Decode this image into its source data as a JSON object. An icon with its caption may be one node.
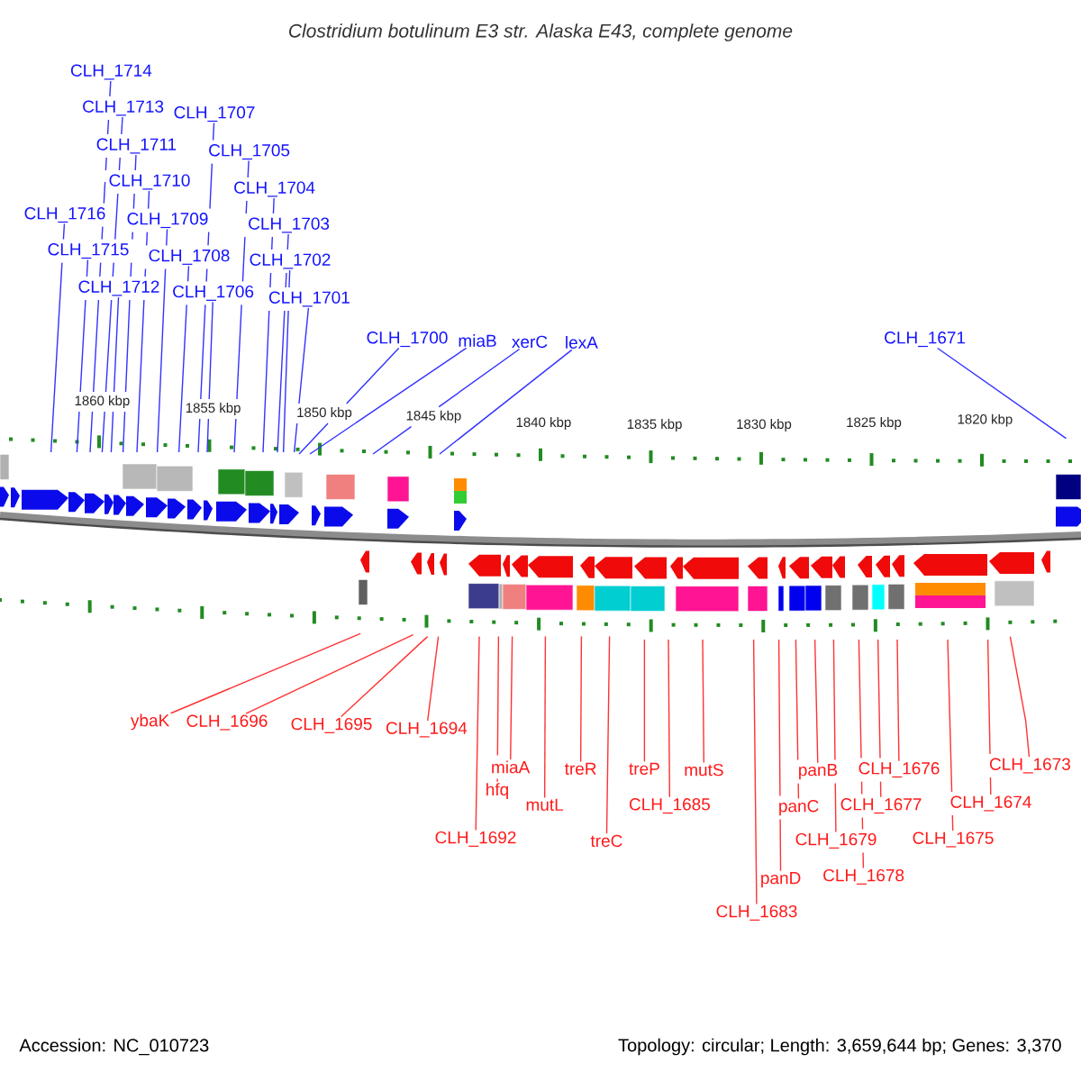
{
  "diagram": {
    "title": "Clostridium botulinum E3 str. Alaska E43, complete genome",
    "nodes": [
      {
        "text": [
          "CLH_1714"
        ]
      },
      {
        "text": [
          "CLH_1713"
        ]
      },
      {
        "text": [
          "CLH_1707"
        ]
      },
      {
        "text": [
          "CLH_1711"
        ]
      },
      {
        "text": [
          "CLH_1705"
        ]
      },
      {
        "text": [
          "CLH_1710"
        ]
      },
      {
        "text": [
          "CLH_1704"
        ]
      },
      {
        "text": [
          "CLH_1716"
        ]
      },
      {
        "text": [
          "CLH_1709"
        ]
      },
      {
        "text": [
          "CLH_1703"
        ]
      },
      {
        "text": [
          "CLH_1715"
        ]
      },
      {
        "text": [
          "CLH_1708"
        ]
      },
      {
        "text": [
          "CLH_1702"
        ]
      },
      {
        "text": [
          "CLH_1712"
        ]
      },
      {
        "text": [
          "CLH_1706"
        ]
      },
      {
        "text": [
          "CLH_1701"
        ]
      },
      {
        "text": [
          "CLH_1700"
        ]
      },
      {
        "text": [
          "miaB"
        ]
      },
      {
        "text": [
          "xerC"
        ]
      },
      {
        "text": [
          "lexA"
        ]
      },
      {
        "text": [
          "CLH_1671"
        ]
      },
      {
        "text": [
          "ybaK"
        ]
      },
      {
        "text": [
          "CLH_1696"
        ]
      },
      {
        "text": [
          "CLH_1695"
        ]
      },
      {
        "text": [
          "CLH_1694"
        ]
      },
      {
        "text": [
          "miaA"
        ]
      },
      {
        "text": [
          "treR"
        ]
      },
      {
        "text": [
          "treP"
        ]
      },
      {
        "text": [
          "mutS"
        ]
      },
      {
        "text": [
          "panB"
        ]
      },
      {
        "text": [
          "CLH_1676"
        ]
      },
      {
        "text": [
          "CLH_1673"
        ]
      },
      {
        "text": [
          "hfq"
        ]
      },
      {
        "text": [
          "mutL"
        ]
      },
      {
        "text": [
          "CLH_1685"
        ]
      },
      {
        "text": [
          "panC"
        ]
      },
      {
        "text": [
          "CLH_1677"
        ]
      },
      {
        "text": [
          "CLH_1674"
        ]
      },
      {
        "text": [
          "CLH_1692"
        ]
      },
      {
        "text": [
          "treC"
        ]
      },
      {
        "text": [
          "CLH_1679"
        ]
      },
      {
        "text": [
          "CLH_1675"
        ]
      },
      {
        "text": [
          "panD"
        ]
      },
      {
        "text": [
          "CLH_1678"
        ]
      },
      {
        "text": [
          "CLH_1683"
        ]
      }
    ],
    "edges": [
      {
        "from": 0,
        "to": null,
        "arrow": "none",
        "color": "#3333ff"
      },
      {
        "from": 1,
        "to": null,
        "arrow": "none",
        "color": "#3333ff"
      },
      {
        "from": 2,
        "to": null,
        "arrow": "none",
        "color": "#3333ff"
      },
      {
        "from": 3,
        "to": null,
        "arrow": "none",
        "color": "#3333ff"
      },
      {
        "from": 4,
        "to": null,
        "arrow": "none",
        "color": "#3333ff"
      },
      {
        "from": 5,
        "to": null,
        "arrow": "none",
        "color": "#3333ff"
      },
      {
        "from": 6,
        "to": null,
        "arrow": "none",
        "color": "#3333ff"
      },
      {
        "from": 7,
        "to": null,
        "arrow": "none",
        "color": "#3333ff"
      },
      {
        "from": 8,
        "to": null,
        "arrow": "none",
        "color": "#3333ff"
      },
      {
        "from": 9,
        "to": null,
        "arrow": "none",
        "color": "#3333ff"
      },
      {
        "from": 10,
        "to": null,
        "arrow": "none",
        "color": "#3333ff"
      },
      {
        "from": 11,
        "to": null,
        "arrow": "none",
        "color": "#3333ff"
      },
      {
        "from": 12,
        "to": null,
        "arrow": "none",
        "color": "#3333ff"
      },
      {
        "from": 13,
        "to": null,
        "arrow": "none",
        "color": "#3333ff"
      },
      {
        "from": 14,
        "to": null,
        "arrow": "none",
        "color": "#3333ff"
      },
      {
        "from": 15,
        "to": null,
        "arrow": "none",
        "color": "#3333ff"
      },
      {
        "from": 16,
        "to": null,
        "arrow": "none",
        "color": "#3333ff"
      },
      {
        "from": 17,
        "to": null,
        "arrow": "none",
        "color": "#3333ff"
      },
      {
        "from": 18,
        "to": null,
        "arrow": "none",
        "color": "#3333ff"
      },
      {
        "from": 19,
        "to": null,
        "arrow": "none",
        "color": "#3333ff"
      },
      {
        "from": 20,
        "to": null,
        "arrow": "none",
        "color": "#3333ff"
      },
      {
        "from": 21,
        "to": null,
        "arrow": "none"
      },
      {
        "from": 22,
        "to": null,
        "arrow": "none"
      },
      {
        "from": 23,
        "to": null,
        "arrow": "none"
      },
      {
        "from": 24,
        "to": null,
        "arrow": "none"
      },
      {
        "from": 25,
        "to": null,
        "arrow": "none"
      },
      {
        "from": 26,
        "to": null,
        "arrow": "none"
      },
      {
        "from": 27,
        "to": null,
        "arrow": "none"
      },
      {
        "from": 28,
        "to": null,
        "arrow": "none"
      },
      {
        "from": 29,
        "to": null,
        "arrow": "none"
      },
      {
        "from": 30,
        "to": null,
        "arrow": "none"
      },
      {
        "from": 31,
        "to": null,
        "arrow": "none"
      },
      {
        "from": 32,
        "to": null,
        "arrow": "none"
      },
      {
        "from": 33,
        "to": null,
        "arrow": "none"
      },
      {
        "from": 34,
        "to": null,
        "arrow": "none"
      },
      {
        "from": 35,
        "to": null,
        "arrow": "none"
      },
      {
        "from": 36,
        "to": null,
        "arrow": "none"
      },
      {
        "from": 37,
        "to": null,
        "arrow": "none"
      },
      {
        "from": 38,
        "to": null,
        "arrow": "none"
      },
      {
        "from": 39,
        "to": null,
        "arrow": "none"
      },
      {
        "from": 40,
        "to": null,
        "arrow": "none"
      },
      {
        "from": 41,
        "to": null,
        "arrow": "none"
      },
      {
        "from": 42,
        "to": null,
        "arrow": "none"
      },
      {
        "from": 43,
        "to": null,
        "arrow": "none"
      },
      {
        "from": 44,
        "to": null,
        "arrow": "none"
      }
    ],
    "labels": [
      "1860 kbp",
      "1855 kbp",
      "1850 kbp",
      "1845 kbp",
      "1840 kbp",
      "1835 kbp",
      "1830 kbp",
      "1825 kbp",
      "1820 kbp",
      "Accession: NC_010723",
      "Topology: circular; Length: 3,659,644 bp; Genes: 3,370"
    ]
  }
}
